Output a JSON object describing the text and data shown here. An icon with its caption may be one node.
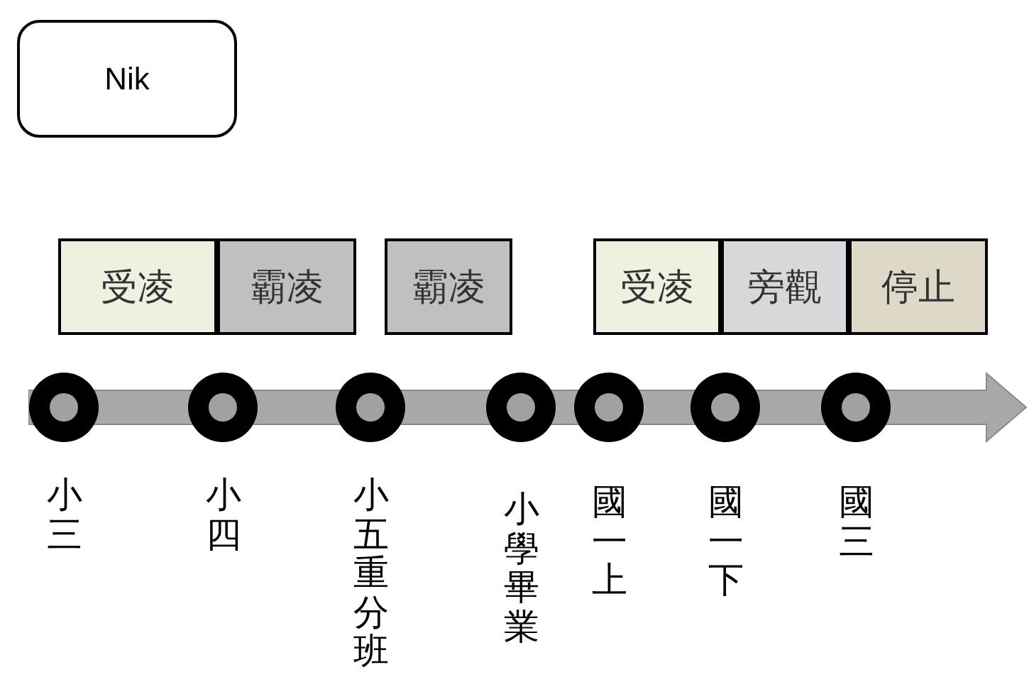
{
  "diagram": {
    "nodes": [
      {
        "text": [
          "Nik"
        ]
      },
      {
        "text": [
          "受凌"
        ]
      },
      {
        "text": [
          "霸凌"
        ]
      },
      {
        "text": [
          "霸凌"
        ]
      },
      {
        "text": [
          "受凌"
        ]
      },
      {
        "text": [
          "旁觀"
        ]
      },
      {
        "text": [
          "停止"
        ]
      },
      {
        "text": [],
        "shape": "circle",
        "beside": [
          "小三"
        ]
      },
      {
        "text": [],
        "shape": "circle",
        "beside": [
          "小四"
        ]
      },
      {
        "text": [],
        "shape": "circle",
        "beside": [
          "小五重分班"
        ]
      },
      {
        "text": [],
        "shape": "circle",
        "beside": [
          "小學畢業"
        ]
      },
      {
        "text": [],
        "shape": "circle",
        "beside": [
          "國一上"
        ]
      },
      {
        "text": [],
        "shape": "circle",
        "beside": [
          "國一下"
        ]
      },
      {
        "text": [],
        "shape": "circle",
        "beside": [
          "國三"
        ]
      }
    ]
  }
}
